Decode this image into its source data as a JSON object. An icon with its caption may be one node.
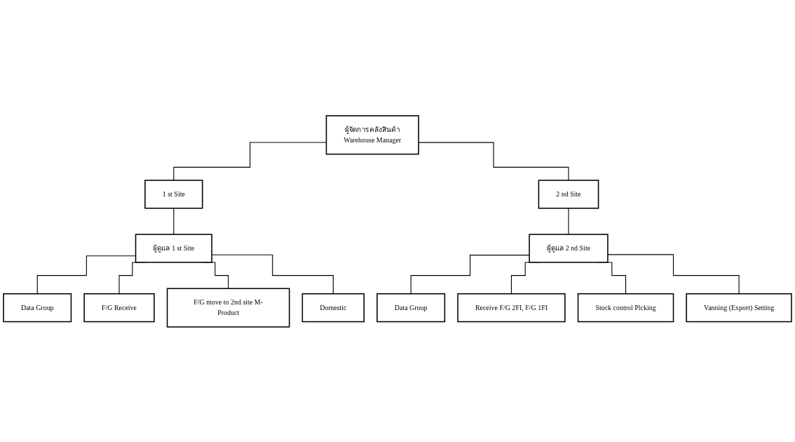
{
  "diagram": {
    "nodes": [
      {
        "text": [
          "ผู้จัดการคลังสินค้า",
          "Warehouse Manager"
        ]
      },
      {
        "text": [
          "1 st Site"
        ]
      },
      {
        "text": [
          "2 nd Site"
        ]
      },
      {
        "text": [
          "ผู้ดูแล 1 st Site"
        ]
      },
      {
        "text": [
          "ผู้ดูแล 2 nd Site"
        ]
      },
      {
        "text": [
          "Data Group"
        ]
      },
      {
        "text": [
          "F/G Receive"
        ]
      },
      {
        "text": [
          "F/G move to 2nd site M-Product"
        ]
      },
      {
        "text": [
          "Domestic"
        ]
      },
      {
        "text": [
          "Data Group"
        ]
      },
      {
        "text": [
          "Receive F/G 2FI, F/G 1FI"
        ]
      },
      {
        "text": [
          "Stock control Plcking"
        ]
      },
      {
        "text": [
          "Vanning (Export) Setting"
        ]
      }
    ],
    "edges": [
      {
        "from": 0,
        "to": 1,
        "arrow": "none"
      },
      {
        "from": 0,
        "to": 2,
        "arrow": "none"
      },
      {
        "from": 1,
        "to": 3,
        "arrow": "none"
      },
      {
        "from": 2,
        "to": 4,
        "arrow": "none"
      },
      {
        "from": 3,
        "to": 5,
        "arrow": "none"
      },
      {
        "from": 3,
        "to": 6,
        "arrow": "none"
      },
      {
        "from": 3,
        "to": 7,
        "arrow": "none"
      },
      {
        "from": 3,
        "to": 8,
        "arrow": "none"
      },
      {
        "from": 4,
        "to": 9,
        "arrow": "none"
      },
      {
        "from": 4,
        "to": 10,
        "arrow": "none"
      },
      {
        "from": 4,
        "to": 11,
        "arrow": "none"
      },
      {
        "from": 4,
        "to": 12,
        "arrow": "none"
      }
    ]
  }
}
